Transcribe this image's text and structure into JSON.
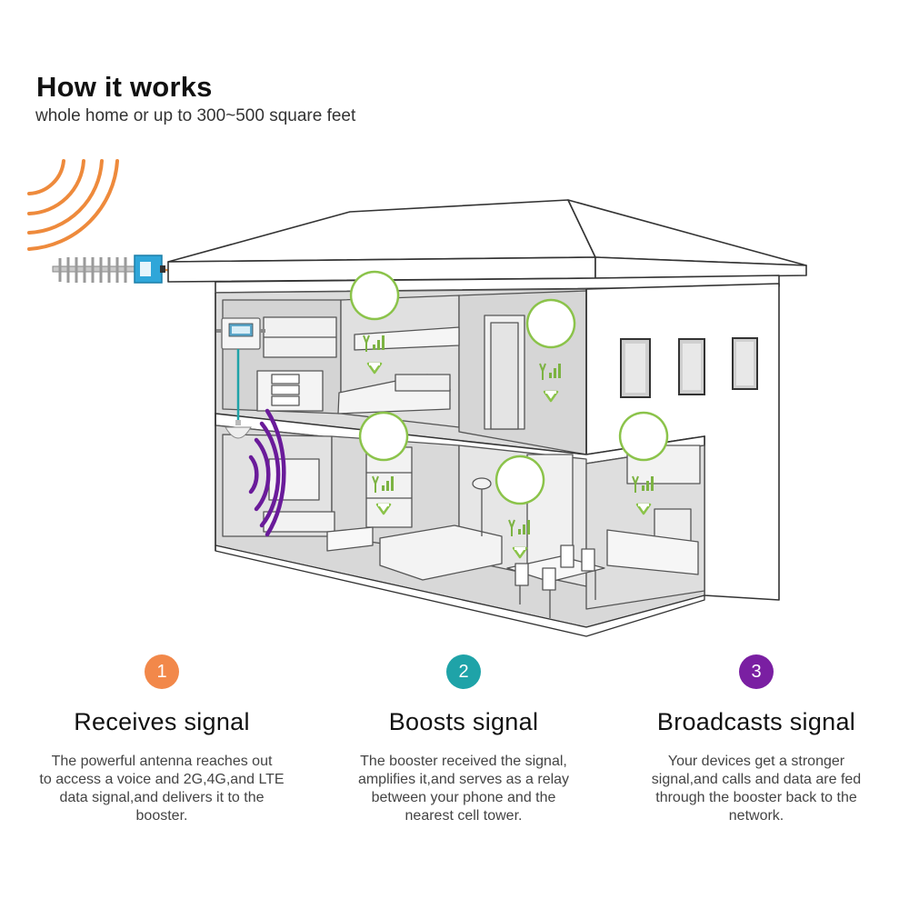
{
  "header": {
    "title": "How it works",
    "subtitle": "whole home or up to 300~500 square feet"
  },
  "colors": {
    "step1": "#F2884A",
    "step2": "#1FA3A8",
    "step3": "#7A1FA2",
    "signal_orange": "#EE8A3C",
    "signal_purple": "#6A1B9A",
    "badge_green": "#7CB342"
  },
  "steps": [
    {
      "number": "1",
      "title": "Receives signal",
      "lines": [
        "The powerful antenna reaches out",
        "to access a voice and 2G,4G,and LTE",
        "data signal,and delivers it to the booster."
      ]
    },
    {
      "number": "2",
      "title": "Boosts signal",
      "lines": [
        "The booster received the signal,",
        "amplifies it,and serves as a relay",
        "between your phone and the",
        "nearest cell tower."
      ]
    },
    {
      "number": "3",
      "title": "Broadcasts signal",
      "lines": [
        "Your devices get a stronger",
        "signal,and calls and data are fed",
        "through the booster back to the",
        "network."
      ]
    }
  ],
  "icons": {
    "outdoor_antenna": "yagi-antenna-icon",
    "booster": "signal-booster-icon",
    "indoor_antenna": "dome-antenna-icon",
    "signal_badge": "signal-bars-icon"
  }
}
